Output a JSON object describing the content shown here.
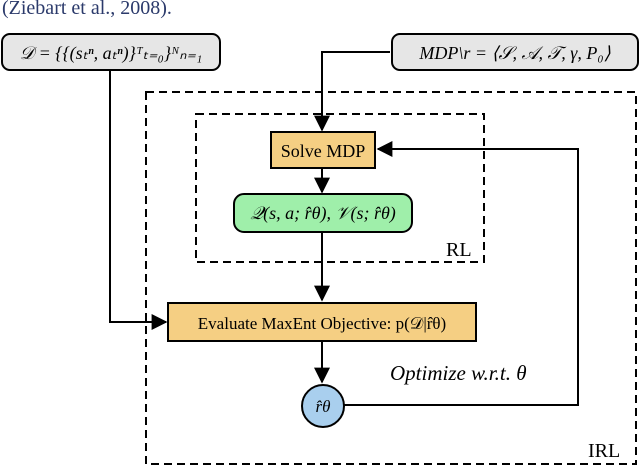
{
  "caption_fragment": "(Ziebart et al., 2008).",
  "dataset_label": "𝒟 = {{(sₜⁿ, aₜⁿ)}ᵀₜ₌₀}ᴺₙ₌₁",
  "mdp_label": "MDP\\r = ⟨𝒮, 𝒜, 𝒯, γ, P₀⟩",
  "solve_mdp_label": "Solve MDP",
  "q_v_label": "𝒬(s, a; r̂θ), 𝒱(s; r̂θ)",
  "evaluate_label": "Evaluate MaxEnt Objective: p(𝒟|r̂θ)",
  "reward_node_label": "r̂θ",
  "optimize_label": "Optimize w.r.t. θ",
  "rl_region_label": "RL",
  "irl_region_label": "IRL",
  "colors": {
    "gray_box": "#e6e6e6",
    "orange_box": "#f5cf83",
    "green_box": "#9fefaa",
    "blue_node": "#a9cfee"
  }
}
